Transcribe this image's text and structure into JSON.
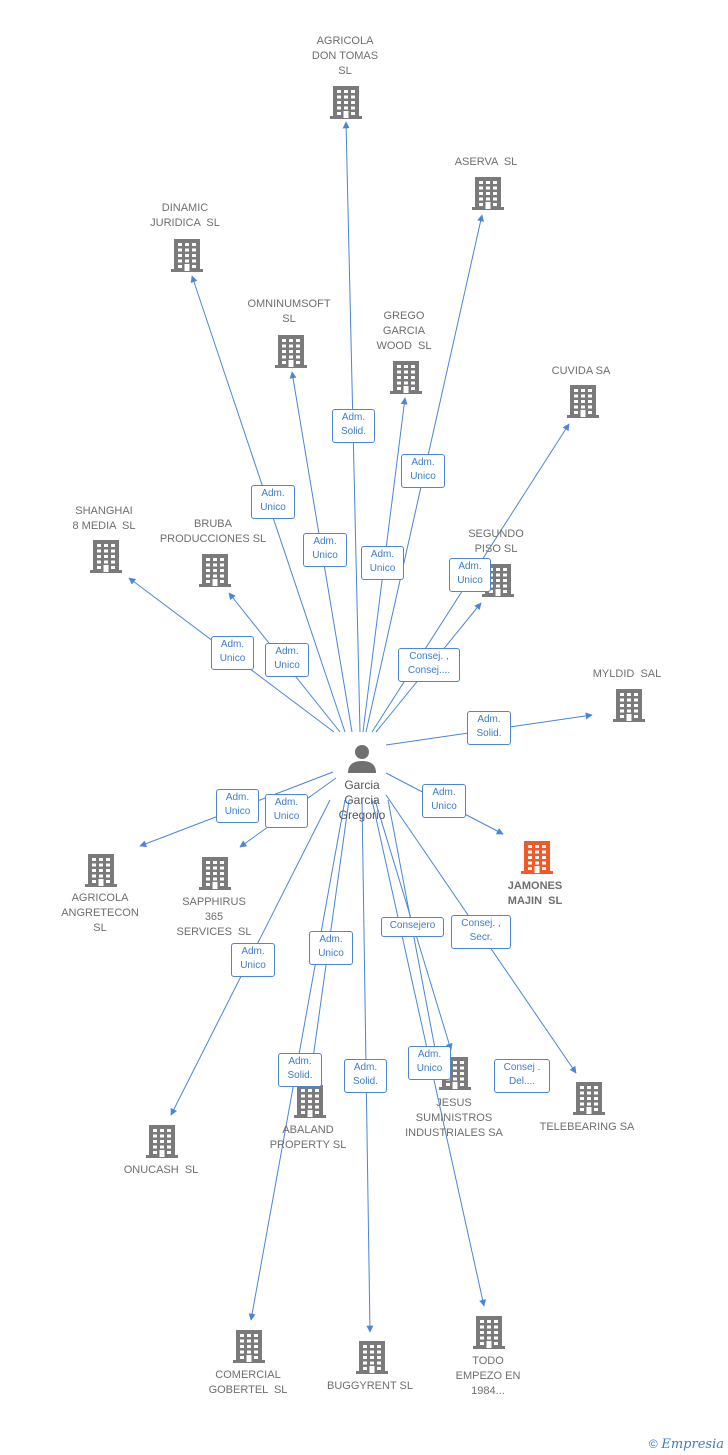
{
  "center": {
    "name": "Garcia\nGarcia\nGregorio",
    "icon": "person-icon"
  },
  "colors": {
    "edge": "#4a86d3",
    "building": "#7a7a7a",
    "highlight": "#f05a28",
    "label": "#6e6e6e"
  },
  "companies": [
    {
      "id": "agricola-don-tomas",
      "label": "AGRICOLA\nDON TOMAS\nSL"
    },
    {
      "id": "aserva",
      "label": "ASERVA  SL"
    },
    {
      "id": "dinamic-juridica",
      "label": "DINAMIC\nJURIDICA  SL"
    },
    {
      "id": "omninumsoft",
      "label": "OMNINUMSOFT\nSL"
    },
    {
      "id": "grego-garcia-wood",
      "label": "GREGO\nGARCIA\nWOOD  SL"
    },
    {
      "id": "cuvida",
      "label": "CUVIDA SA"
    },
    {
      "id": "shanghai-8-media",
      "label": "SHANGHAI\n8 MEDIA  SL"
    },
    {
      "id": "bruba-producciones",
      "label": "BRUBA\nPRODUCCIONES SL"
    },
    {
      "id": "segundo-piso",
      "label": "SEGUNDO\nPISO SL"
    },
    {
      "id": "myldid",
      "label": "MYLDID  SAL"
    },
    {
      "id": "agricola-angretecon",
      "label": "AGRICOLA\nANGRETECON\nSL"
    },
    {
      "id": "sapphirus-365",
      "label": "SAPPHIRUS\n365\nSERVICES  SL"
    },
    {
      "id": "jamones-majin",
      "label": "JAMONES\nMAJIN  SL",
      "highlight": true
    },
    {
      "id": "onucash",
      "label": "ONUCASH  SL"
    },
    {
      "id": "abaland-property",
      "label": "ABALAND\nPROPERTY SL"
    },
    {
      "id": "jesus-suministros",
      "label": "JESUS\nSUMINISTROS\nINDUSTRIALES SA"
    },
    {
      "id": "telebearing",
      "label": "TELEBEARING SA"
    },
    {
      "id": "comercial-gobertel",
      "label": "COMERCIAL\nGOBERTEL  SL"
    },
    {
      "id": "buggyrent",
      "label": "BUGGYRENT SL"
    },
    {
      "id": "todo-empezo",
      "label": "TODO\nEMPEZO EN\n1984..."
    }
  ],
  "edges": [
    {
      "target": "agricola-don-tomas",
      "label": "Adm.\nSolid."
    },
    {
      "target": "aserva",
      "label": "Adm.\nUnico"
    },
    {
      "target": "dinamic-juridica",
      "label": "Adm.\nUnico"
    },
    {
      "target": "omninumsoft",
      "label": "Adm.\nUnico"
    },
    {
      "target": "grego-garcia-wood",
      "label": "Adm.\nUnico"
    },
    {
      "target": "cuvida",
      "label": "Consej. ,\nConsej...."
    },
    {
      "target": "shanghai-8-media",
      "label": "Adm.\nUnico"
    },
    {
      "target": "bruba-producciones",
      "label": "Adm.\nUnico"
    },
    {
      "target": "segundo-piso",
      "label": "Adm.\nUnico"
    },
    {
      "target": "myldid",
      "label": "Adm.\nSolid."
    },
    {
      "target": "agricola-angretecon",
      "label": "Adm.\nUnico"
    },
    {
      "target": "sapphirus-365",
      "label": "Adm.\nUnico"
    },
    {
      "target": "jamones-majin",
      "label": "Adm.\nUnico"
    },
    {
      "target": "onucash",
      "label": "Adm.\nUnico"
    },
    {
      "target": "abaland-property",
      "label": "Adm.\nUnico"
    },
    {
      "target": "jesus-suministros",
      "label": "Consejero"
    },
    {
      "target": "telebearing",
      "label": "Consej. ,\nSecr."
    },
    {
      "target": "comercial-gobertel",
      "label": "Adm.\nSolid."
    },
    {
      "target": "buggyrent",
      "label": "Adm.\nSolid."
    },
    {
      "target": "todo-empezo",
      "label": "Adm.\nUnico"
    },
    {
      "target": "jesus-suministros-2",
      "label": "Consej .\nDel...."
    }
  ],
  "footer": {
    "copyright": "©",
    "brand": "Empresia"
  }
}
